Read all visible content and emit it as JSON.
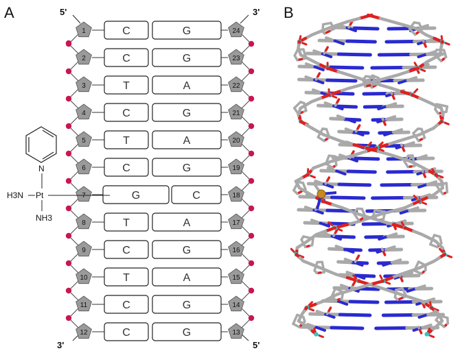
{
  "panels": {
    "a_label": "A",
    "b_label": "B"
  },
  "strand_ends": {
    "top_left": "5'",
    "top_right": "3'",
    "bottom_left": "3'",
    "bottom_right": "5'"
  },
  "rows": [
    {
      "left_num": "1",
      "left_base": "C",
      "right_base": "G",
      "right_num": "24"
    },
    {
      "left_num": "2",
      "left_base": "C",
      "right_base": "G",
      "right_num": "23"
    },
    {
      "left_num": "3",
      "left_base": "T",
      "right_base": "A",
      "right_num": "22"
    },
    {
      "left_num": "4",
      "left_base": "C",
      "right_base": "G",
      "right_num": "21"
    },
    {
      "left_num": "5",
      "left_base": "T",
      "right_base": "A",
      "right_num": "20"
    },
    {
      "left_num": "6",
      "left_base": "C",
      "right_base": "G",
      "right_num": "19"
    },
    {
      "left_num": "7",
      "left_base": "G",
      "right_base": "C",
      "right_num": "18",
      "platinated": true
    },
    {
      "left_num": "8",
      "left_base": "T",
      "right_base": "A",
      "right_num": "17"
    },
    {
      "left_num": "9",
      "left_base": "C",
      "right_base": "G",
      "right_num": "16"
    },
    {
      "left_num": "10",
      "left_base": "T",
      "right_base": "A",
      "right_num": "15"
    },
    {
      "left_num": "11",
      "left_base": "C",
      "right_base": "G",
      "right_num": "14"
    },
    {
      "left_num": "12",
      "left_base": "C",
      "right_base": "G",
      "right_num": "13"
    }
  ],
  "platinum_complex": {
    "metal": "Pt",
    "ring_atom": "N",
    "ligand_left": "H3N",
    "ligand_bottom": "NH3"
  },
  "colors": {
    "sugar_gray": "#9a9a9a",
    "phosphate_red": "#c8174e",
    "carbon_gray": "#a9a9a9",
    "oxygen_red": "#e02020",
    "nitrogen_blue": "#2a2ad0",
    "phosphorus_cyan": "#3cc0c0",
    "platinum_gold": "#c88a1e"
  }
}
